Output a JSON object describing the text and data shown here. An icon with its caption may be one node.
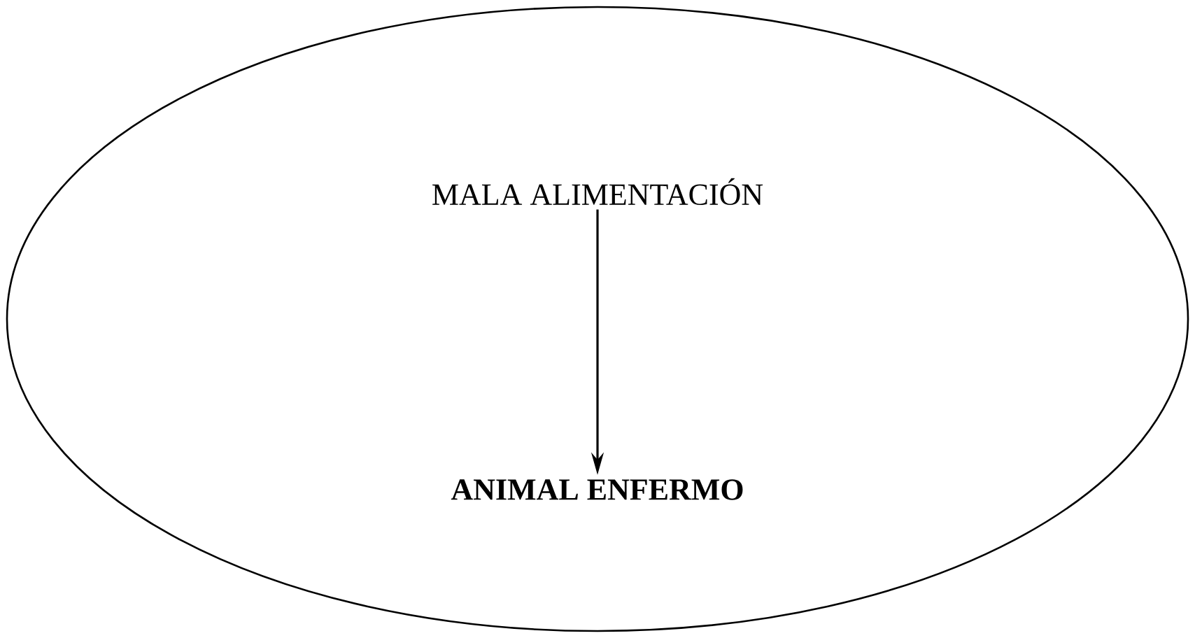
{
  "diagram": {
    "nodes": [
      {
        "text": [],
        "shape": "ellipse"
      },
      {
        "text": [
          "MALA ALIMENTACIÓN"
        ],
        "in": 0
      },
      {
        "text": [
          "ANIMAL ENFERMO"
        ],
        "in": 0
      }
    ],
    "edges": [
      {
        "from": 1,
        "to": 2,
        "arrow": "to"
      }
    ]
  }
}
